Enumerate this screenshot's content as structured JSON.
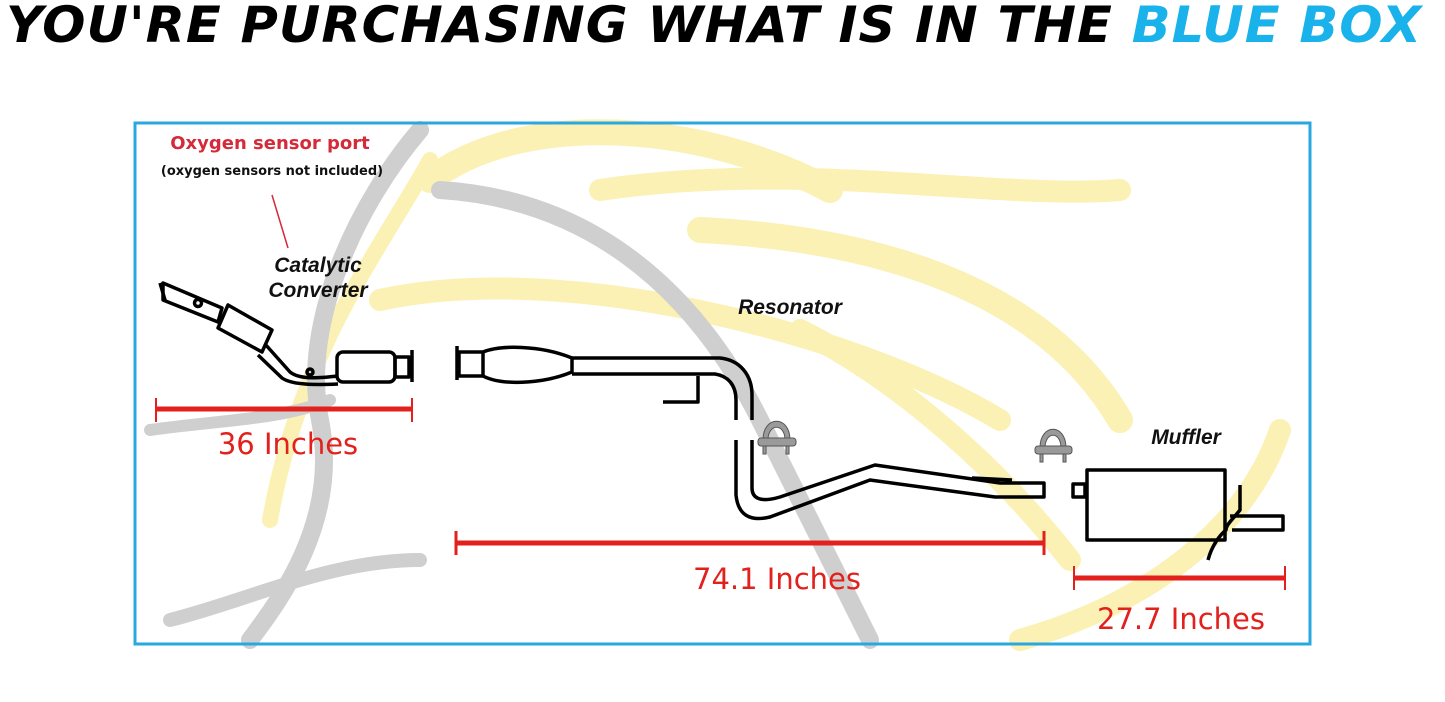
{
  "header": {
    "title_main": "YOU'RE PURCHASING WHAT IS IN THE",
    "title_highlight": "BLUE BOX"
  },
  "colors": {
    "highlight": "#1ab2ea",
    "box_border": "#29a8e0",
    "dimension": "#e2201c",
    "sensor_label": "#d42a3a"
  },
  "diagram": {
    "sensor_label": "Oxygen sensor port",
    "sensor_note": "(oxygen sensors not included)",
    "catalytic_line1": "Catalytic",
    "catalytic_line2": "Converter",
    "resonator": "Resonator",
    "muffler": "Muffler"
  },
  "dimensions": [
    {
      "label": "36 Inches",
      "value": 36
    },
    {
      "label": "74.1 Inches",
      "value": 74.1
    },
    {
      "label": "27.7 Inches",
      "value": 27.7
    }
  ]
}
